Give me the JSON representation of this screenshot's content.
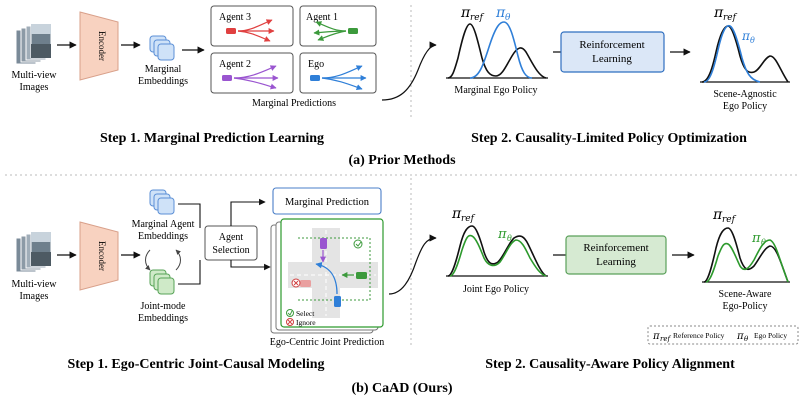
{
  "colors": {
    "encoder_fill": "#f8d2c0",
    "encoder_stroke": "#d9a08a",
    "embed_blue": "#cfe2f8",
    "embed_blue_stroke": "#5b8fd6",
    "embed_green": "#cfeac8",
    "embed_green_stroke": "#57a357",
    "curve_blue": "#2f7fd8",
    "curve_green": "#2d9a2d",
    "rl_blue_fill": "#dbe7f7",
    "rl_blue_stroke": "#2f6fc0",
    "rl_green_fill": "#d6ead2",
    "rl_green_stroke": "#5aa05a"
  },
  "top": {
    "input_label": [
      "Multi-view",
      "Images"
    ],
    "encoder": "Encoder",
    "embeddings_label": [
      "Marginal",
      "Embeddings"
    ],
    "agents": [
      "Agent 3",
      "Agent 1",
      "Agent 2",
      "Ego"
    ],
    "predictions_label": "Marginal Predictions",
    "policy_ref": "π",
    "policy_ref_sub": "ref",
    "policy_theta": "π",
    "policy_theta_sub": "θ",
    "marginal_policy_label": "Marginal Ego Policy",
    "rl": [
      "Reinforcement",
      "Learning"
    ],
    "agnostic_label": [
      "Scene-Agnostic",
      "Ego Policy"
    ],
    "step1": "Step 1. Marginal Prediction Learning",
    "step2": "Step 2. Causality-Limited Policy Optimization",
    "caption": "(a) Prior Methods"
  },
  "bottom": {
    "input_label": [
      "Multi-view",
      "Images"
    ],
    "encoder": "Encoder",
    "agent_embed_label": [
      "Marginal Agent",
      "Embeddings"
    ],
    "joint_embed_label": [
      "Joint-mode",
      "Embeddings"
    ],
    "agent_selection": [
      "Agent",
      "Selection"
    ],
    "marginal_prediction": "Marginal Prediction",
    "select": "Select",
    "ignore": "Ignore",
    "joint_prediction_label": "Ego-Centric Joint Prediction",
    "joint_policy_label": "Joint Ego Policy",
    "rl": [
      "Reinforcement",
      "Learning"
    ],
    "aware_label": [
      "Scene-Aware",
      "Ego-Policy"
    ],
    "legend_ref": "Reference Policy",
    "legend_theta": "Ego Policy",
    "step1": "Step 1. Ego-Centric Joint-Causal Modeling",
    "step2": "Step 2. Causality-Aware Policy Alignment",
    "caption": "(b) CaAD (Ours)"
  }
}
